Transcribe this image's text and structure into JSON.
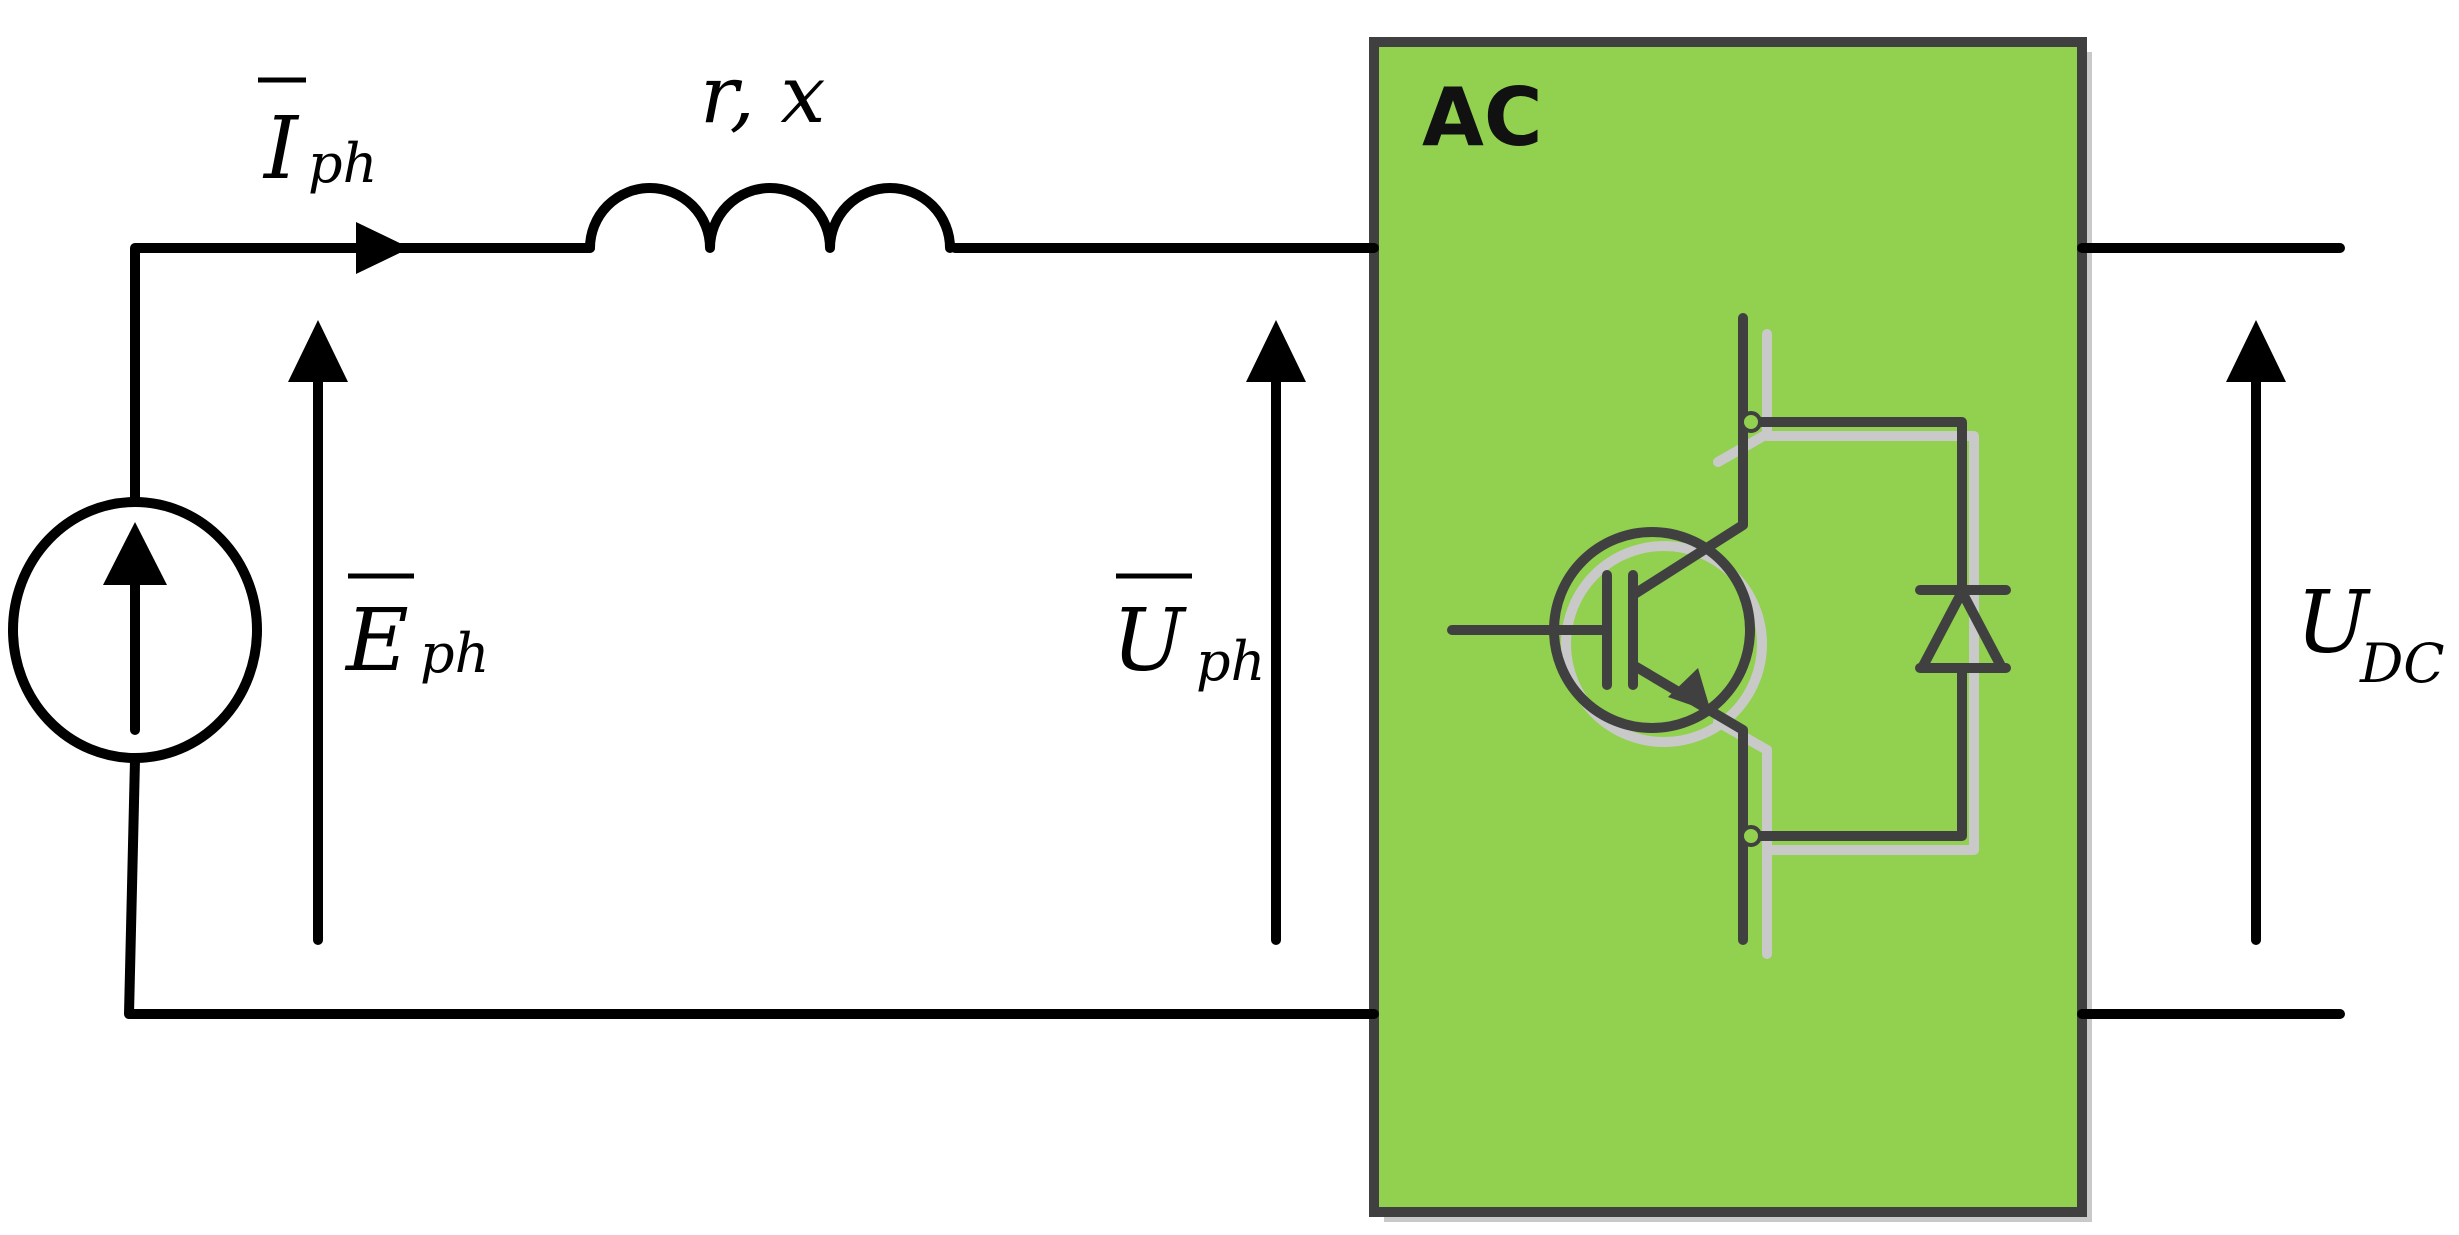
{
  "labels": {
    "current": {
      "symbol": "I",
      "subscript": "ph"
    },
    "impedance": "r, x",
    "source_voltage": {
      "symbol": "E",
      "subscript": "ph"
    },
    "converter_voltage": {
      "symbol": "U",
      "subscript": "ph"
    },
    "dc_voltage": {
      "symbol": "U",
      "subscript": "DC"
    },
    "converter_block": "AC"
  },
  "colors": {
    "converter_fill": "#92d050",
    "converter_border": "#404040",
    "wire": "#000000",
    "device_stroke": "#404040",
    "shadow": "#c9c9c9"
  },
  "icons": {
    "source": "current-source-icon",
    "inductor": "inductor-coil-icon",
    "transistor": "igbt-icon",
    "diode": "diode-icon"
  }
}
